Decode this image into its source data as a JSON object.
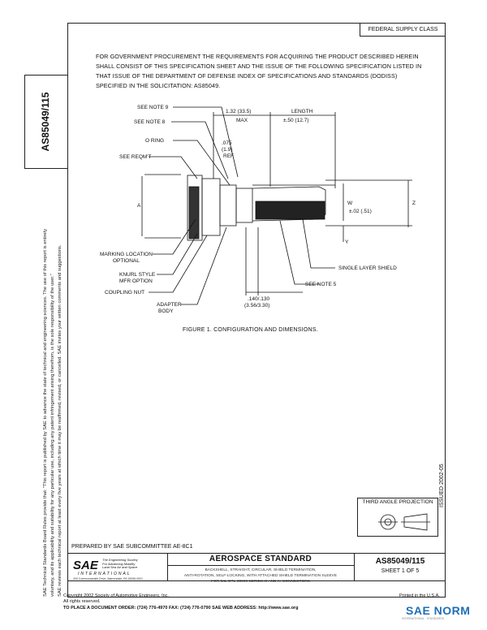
{
  "header": {
    "classification": "FEDERAL SUPPLY CLASS",
    "doc_number_vertical": "AS85049/115"
  },
  "side_notes": {
    "line1": "SAE Technical Standards Board Rules provide that: \"This report is published by SAE to advance the state of technical and engineering sciences. The use of this report is entirely",
    "line2": "voluntary, and its applicability and suitability for any particular use, including any patent infringement arising therefrom, is the sole responsibility of the user.\"",
    "line3": "SAE reviews each technical report at least every five years at which time it may be reaffirmed, revised, or cancelled. SAE invites your written comments and suggestions."
  },
  "procurement_text": "FOR GOVERNMENT PROCUREMENT THE REQUIREMENTS FOR ACQUIRING THE PRODUCT DESCRIBED HEREIN SHALL CONSIST OF THIS SPECIFICATION SHEET AND THE ISSUE OF THE FOLLOWING SPECIFICATION LISTED IN THAT ISSUE OF THE DEPARTMENT OF DEFENSE INDEX OF SPECIFICATIONS AND STANDARDS (DODISS) SPECIFIED IN THE SOLICITATION: AS85049.",
  "diagram": {
    "labels": {
      "see_note_9": "SEE NOTE 9",
      "see_note_8": "SEE NOTE 8",
      "o_ring": "O RING",
      "see_reqmt": "SEE REQM'T",
      "marking_1": "MARKING LOCATION",
      "marking_2": "OPTIONAL",
      "knurl_1": "KNURL STYLE",
      "knurl_2": "MFR OPTION",
      "coupling_nut": "COUPLING NUT",
      "adapter_1": "ADAPTER",
      "adapter_2": "BODY",
      "single_layer": "SINGLE LAYER SHIELD",
      "see_note_5": "SEE NOTE 5",
      "dim_max_1": "1.32 (33.5)",
      "dim_max_2": "MAX",
      "length_1": "LENGTH",
      "length_2": "±.50 (12.7)",
      "ref_1": ".075",
      "ref_2": "(1.9)",
      "ref_3": "REF",
      "w_tol": "±.02 (.51)",
      "dim_bottom_1": ".140/.130",
      "dim_bottom_2": "(3.56/3.30)",
      "a": "A",
      "w": "W",
      "z": "Z",
      "y": "Y"
    },
    "caption": "FIGURE 1. CONFIGURATION AND DIMENSIONS."
  },
  "issued": "ISSUED 2002-05",
  "projection_label": "THIRD ANGLE PROJECTION",
  "prepared_by": "PREPARED BY SAE SUBCOMMITTEE AE-8C1",
  "title_block": {
    "standard": "AEROSPACE STANDARD",
    "subtitle_1": "BACKSHELL, STRAIGHT, CIRCULAR, SHIELD TERMINATION,",
    "subtitle_2": "ANTI-ROTATION, SELF-LOCKING, WITH ATTACHED SHIELD TERMINATION SLEEVE",
    "subtitle_3": "FOR MIL-DTL-38999 SERIES III AND IV CONNECTORS",
    "doc_number": "AS85049/115",
    "sheet": "SHEET 1 OF 5"
  },
  "sae": {
    "logo": "SAE",
    "tagline_1": "The Engineering Society",
    "tagline_2": "For Advancing Mobility",
    "tagline_3": "Land Sea Air and Space",
    "international": "INTERNATIONAL",
    "address": "400 Commonwealth Drive, Warrendale, PA 15096-0001"
  },
  "footer": {
    "copyright": "Copyright 2002 Society of Automotive Engineers, Inc.",
    "rights": "All rights reserved.",
    "order": "TO PLACE A DOCUMENT ORDER: (724) 776-4970    FAX: (724) 776-0790    SAE WEB ADDRESS: http://www.sae.org",
    "printed": "Printed in the U.S.A."
  },
  "watermark": {
    "brand": "SAE NORM",
    "tag": "INTERNATIONAL  ·  STANDARDS"
  }
}
